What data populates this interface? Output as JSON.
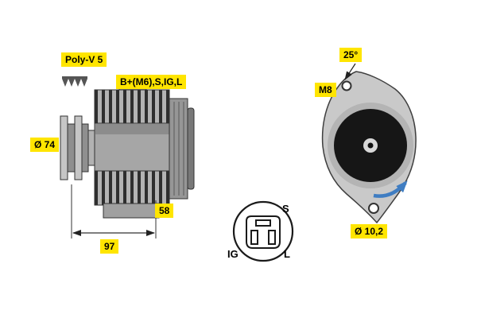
{
  "colors": {
    "label_bg": "#ffe500",
    "drawing_line": "#333333",
    "rotation_arrow_blue": "#3f7dc2"
  },
  "side_view": {
    "belt_type": "Poly-V 5",
    "terminals": "B+(M6),S,IG,L",
    "pulley_diameter": "Ø 74",
    "dim_depth": "58",
    "dim_width": "97"
  },
  "connector": {
    "pin_top": "S",
    "pin_bottom_left": "IG",
    "pin_bottom_right": "L"
  },
  "rear_view": {
    "mount_angle": "25°",
    "thread_size": "M8",
    "mount_hole_diameter": "Ø 10,2"
  }
}
